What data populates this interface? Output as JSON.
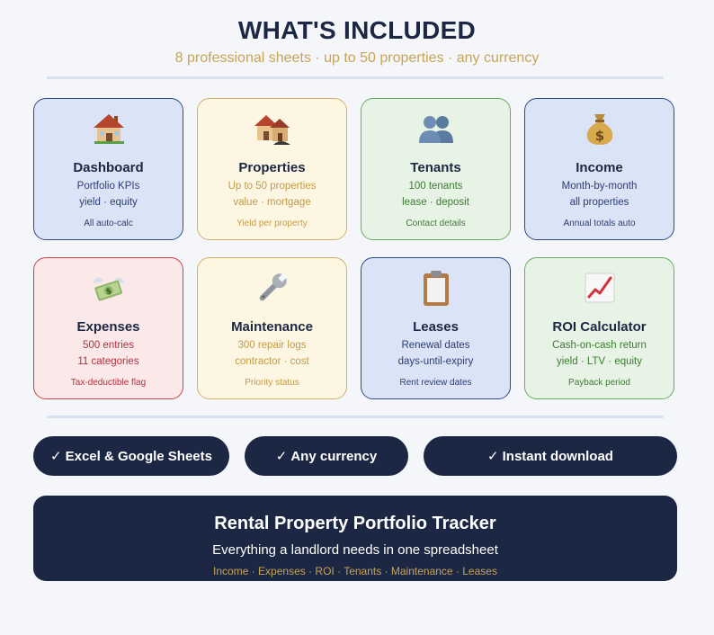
{
  "header": {
    "title": "WHAT'S INCLUDED",
    "subtitle": "8 professional sheets · up to 50 properties · any currency"
  },
  "colors": {
    "navy": "#1c2744",
    "gold": "#c7a457",
    "blue_bg": "#dbe4f7",
    "blue_border": "#2f4a8a",
    "blue_text": "#2b3d73",
    "yellow_bg": "#fdf6e3",
    "yellow_border": "#d1b067",
    "yellow_text": "#c29b45",
    "green_bg": "#e7f4e5",
    "green_border": "#67ad5f",
    "green_text": "#3d7a33",
    "red_bg": "#fbe9ea",
    "red_border": "#c8414b",
    "red_text": "#b3313b"
  },
  "cards": [
    {
      "icon": "house-icon",
      "name": "Dashboard",
      "line1": "Portfolio KPIs",
      "line2": "yield · equity",
      "footer": "All auto-calc",
      "theme": "blue"
    },
    {
      "icon": "houses-icon",
      "name": "Properties",
      "line1": "Up to 50 properties",
      "line2": "value · mortgage",
      "footer": "Yield per property",
      "theme": "yellow"
    },
    {
      "icon": "people-icon",
      "name": "Tenants",
      "line1": "100 tenants",
      "line2": "lease · deposit",
      "footer": "Contact details",
      "theme": "green"
    },
    {
      "icon": "money-bag-icon",
      "name": "Income",
      "line1": "Month-by-month",
      "line2": "all properties",
      "footer": "Annual totals auto",
      "theme": "blue"
    },
    {
      "icon": "money-wings-icon",
      "name": "Expenses",
      "line1": "500 entries",
      "line2": "11 categories",
      "footer": "Tax-deductible flag",
      "theme": "red"
    },
    {
      "icon": "wrench-icon",
      "name": "Maintenance",
      "line1": "300 repair logs",
      "line2": "contractor · cost",
      "footer": "Priority status",
      "theme": "yellow"
    },
    {
      "icon": "clipboard-icon",
      "name": "Leases",
      "line1": "Renewal dates",
      "line2": "days-until-expiry",
      "footer": "Rent review dates",
      "theme": "blue"
    },
    {
      "icon": "chart-up-icon",
      "name": "ROI Calculator",
      "line1": "Cash-on-cash return",
      "line2": "yield · LTV · equity",
      "footer": "Payback period",
      "theme": "green"
    }
  ],
  "pills": [
    {
      "check": "✓",
      "label": "Excel & Google Sheets"
    },
    {
      "check": "✓",
      "label": "Any currency"
    },
    {
      "check": "✓",
      "label": "Instant download"
    }
  ],
  "banner": {
    "title": "Rental Property Portfolio Tracker",
    "subtitle": "Everything a landlord needs in one spreadsheet",
    "keywords": "Income · Expenses · ROI · Tenants · Maintenance · Leases"
  }
}
